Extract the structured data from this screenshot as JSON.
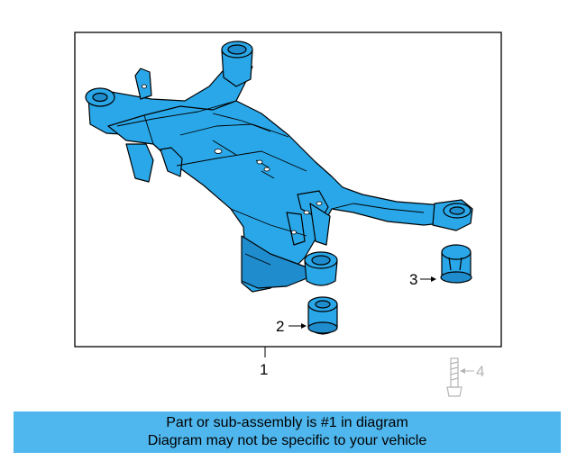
{
  "diagram": {
    "callouts": {
      "frame": "1",
      "bushing_front": "2",
      "bushing_rear": "3",
      "bolt": "4"
    },
    "colors": {
      "part_fill": "#2aa7e8",
      "part_shadow": "#1f8ccd",
      "outline": "#000000",
      "frame_border": "#000000",
      "muted_part": "#b5b5b5"
    }
  },
  "banner": {
    "line1": "Part or sub-assembly is #1 in diagram",
    "line2": "Diagram may not be specific to your vehicle",
    "background": "#4fb7ee"
  }
}
